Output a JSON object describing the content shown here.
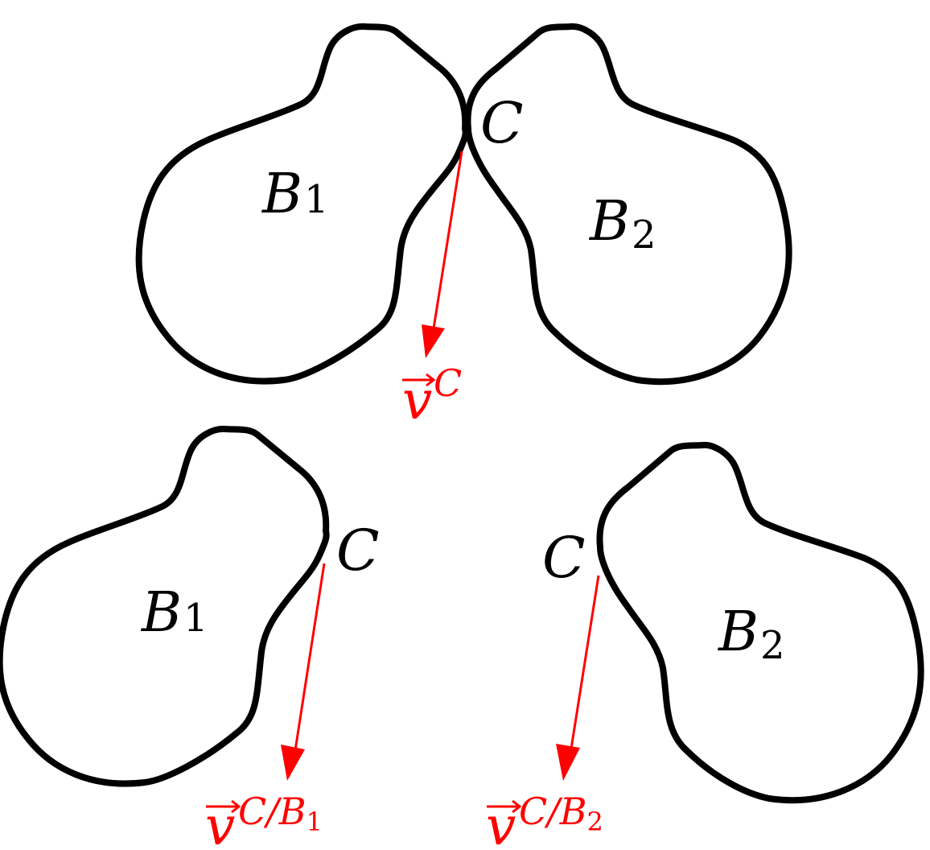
{
  "colors": {
    "body_outline": "#000000",
    "velocity": "#ff0000",
    "background": "#ffffff"
  },
  "top": {
    "body1": {
      "name": "B",
      "sub": "1"
    },
    "body2": {
      "name": "B",
      "sub": "2"
    },
    "contact": "C",
    "velocity": {
      "symbol": "v",
      "superscript": "C"
    }
  },
  "bottom_left": {
    "body": {
      "name": "B",
      "sub": "1"
    },
    "contact": "C",
    "velocity": {
      "symbol": "v",
      "superscript": "C/B",
      "superscript_sub": "1"
    }
  },
  "bottom_right": {
    "body": {
      "name": "B",
      "sub": "2"
    },
    "contact": "C",
    "velocity": {
      "symbol": "v",
      "superscript": "C/B",
      "superscript_sub": "2"
    }
  }
}
